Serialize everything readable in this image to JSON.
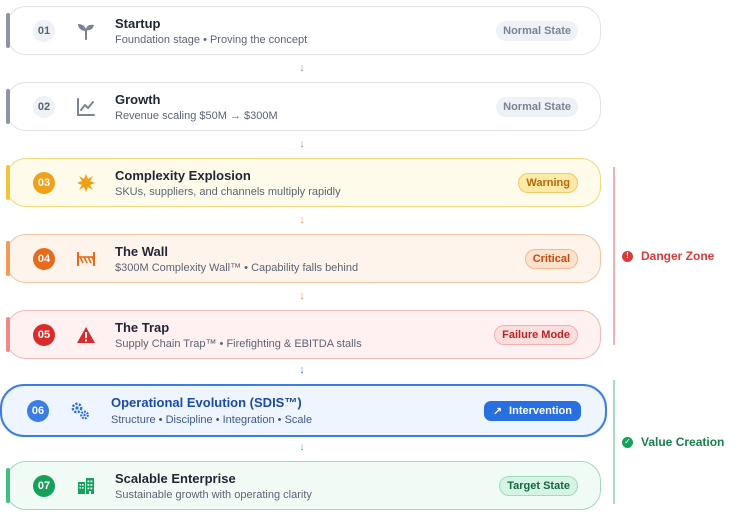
{
  "stages": [
    {
      "num": "01",
      "icon": "sprout-icon",
      "title": "Startup",
      "sub": "Foundation stage • Proving the concept",
      "badge": "Normal State"
    },
    {
      "num": "02",
      "icon": "line-chart-icon",
      "title": "Growth",
      "sub": "Revenue scaling $50M → $300M",
      "badge": "Normal State"
    },
    {
      "num": "03",
      "icon": "burst-icon",
      "title": "Complexity Explosion",
      "sub": "SKUs, suppliers, and channels multiply rapidly",
      "badge": "Warning"
    },
    {
      "num": "04",
      "icon": "wall-icon",
      "title": "The Wall",
      "sub": "$300M Complexity Wall™ • Capability falls behind",
      "badge": "Critical"
    },
    {
      "num": "05",
      "icon": "warning-triangle-icon",
      "title": "The Trap",
      "sub": "Supply Chain Trap™ • Firefighting & EBITDA stalls",
      "badge": "Failure Mode"
    },
    {
      "num": "06",
      "icon": "gears-icon",
      "title": "Operational Evolution (SDIS™)",
      "sub": "Structure • Discipline • Integration • Scale",
      "badge": "Intervention",
      "badge_icon": "↗"
    },
    {
      "num": "07",
      "icon": "buildings-icon",
      "title": "Scalable Enterprise",
      "sub": "Sustainable growth with operating clarity",
      "badge": "Target State"
    }
  ],
  "zones": {
    "danger": {
      "label": "Danger Zone",
      "icon": "!",
      "color": "#d93a3a"
    },
    "value": {
      "label": "Value Creation",
      "icon": "✓",
      "color": "#16a05a"
    }
  },
  "arrow_glyph": "↓"
}
